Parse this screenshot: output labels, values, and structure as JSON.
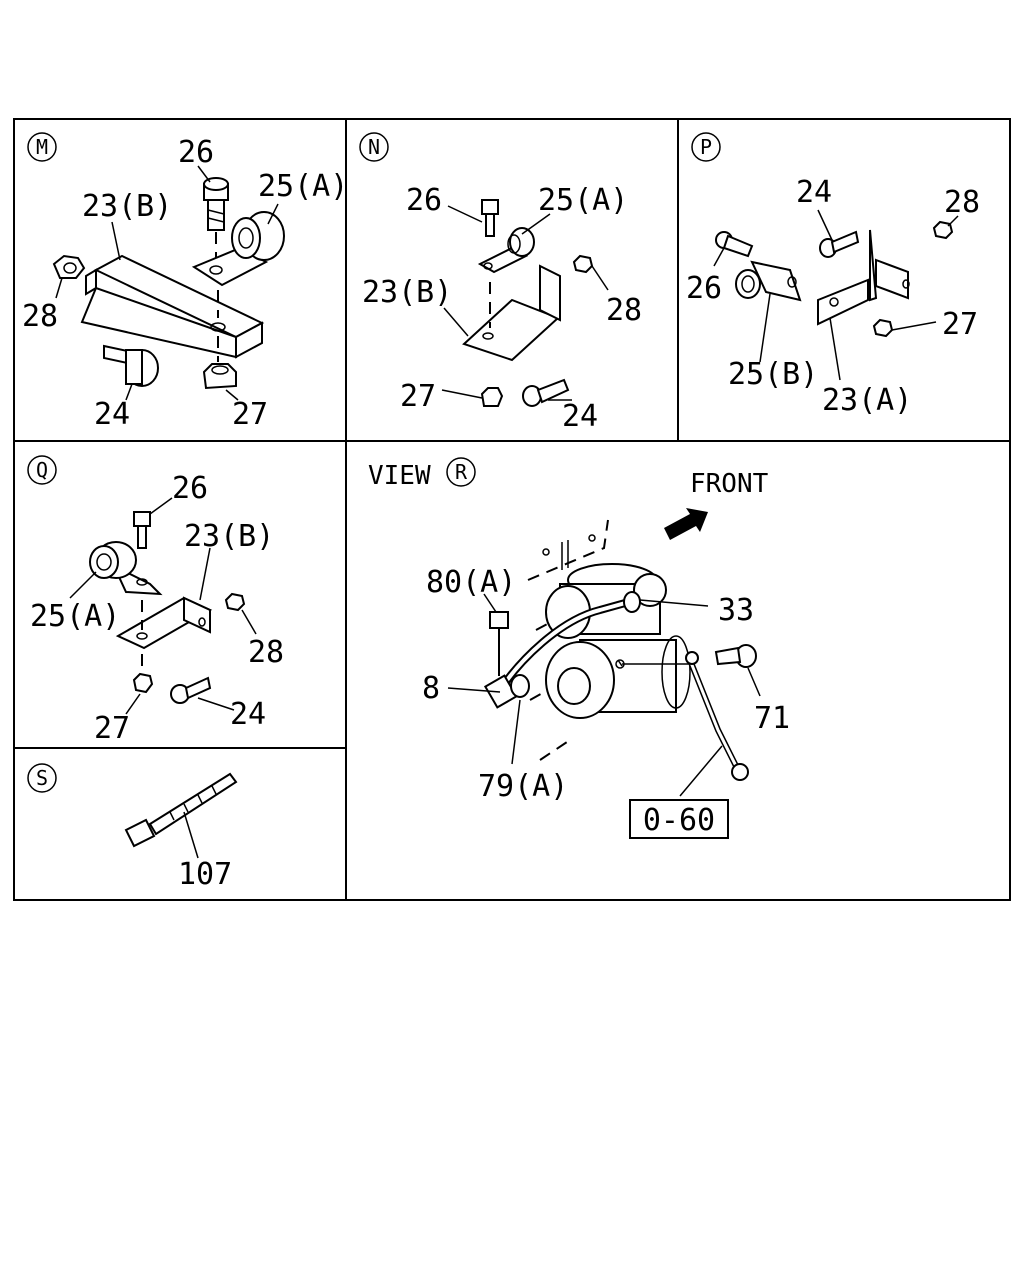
{
  "panels": {
    "M": {
      "marker": "M",
      "labels": {
        "p26": "26",
        "p25A": "25(A)",
        "p23B": "23(B)",
        "p28": "28",
        "p24": "24",
        "p27": "27"
      }
    },
    "N": {
      "marker": "N",
      "labels": {
        "p26": "26",
        "p25A": "25(A)",
        "p23B": "23(B)",
        "p28": "28",
        "p27": "27",
        "p24": "24"
      }
    },
    "P": {
      "marker": "P",
      "labels": {
        "p24": "24",
        "p28": "28",
        "p26": "26",
        "p27": "27",
        "p25B": "25(B)",
        "p23A": "23(A)"
      }
    },
    "Q": {
      "marker": "Q",
      "labels": {
        "p26": "26",
        "p23B": "23(B)",
        "p25A": "25(A)",
        "p28": "28",
        "p27": "27",
        "p24": "24"
      }
    },
    "S": {
      "marker": "S",
      "labels": {
        "p107": "107"
      }
    },
    "R": {
      "view_text": "VIEW",
      "marker": "R",
      "front_label": "FRONT",
      "labels": {
        "p80A": "80(A)",
        "p33": "33",
        "p8": "8",
        "p71": "71",
        "p79A": "79(A)"
      },
      "ref_box": "0-60"
    }
  }
}
